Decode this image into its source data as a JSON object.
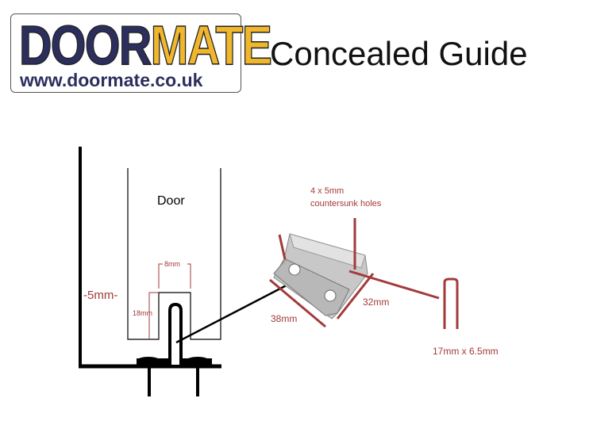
{
  "logo": {
    "brand_part1": "DOOR",
    "brand_part2": "MATE",
    "url": "www.doormate.co.uk"
  },
  "title": "Concealed Guide",
  "diagram": {
    "door_label": "Door",
    "dim_width": "8mm",
    "dim_height": "18mm",
    "dim_gap": "-5mm-",
    "holes_line1": "4 x 5mm",
    "holes_line2": "countersunk holes",
    "dim_length": "38mm",
    "dim_depth": "32mm",
    "slot_size": "17mm x 6.5mm"
  },
  "colors": {
    "logo_navy": "#2c2f5e",
    "logo_yellow": "#f0b62c",
    "annotation_red": "#a33a3a"
  }
}
